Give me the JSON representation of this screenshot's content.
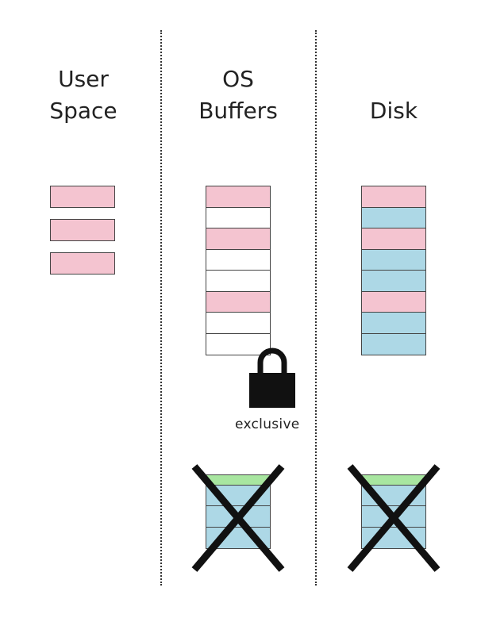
{
  "columns": [
    {
      "id": "user-space",
      "title_lines": [
        "User",
        "Space"
      ],
      "blocks": [
        "pink",
        "pink",
        "pink"
      ]
    },
    {
      "id": "os-buffers",
      "title_lines": [
        "OS",
        "Buffers"
      ],
      "blocks": [
        "pink",
        "empty",
        "pink",
        "empty",
        "empty",
        "pink",
        "empty",
        "empty"
      ]
    },
    {
      "id": "disk",
      "title_lines": [
        "Disk"
      ],
      "blocks": [
        "pink",
        "blue",
        "pink",
        "blue",
        "blue",
        "pink",
        "blue",
        "blue"
      ]
    }
  ],
  "lock": {
    "icon": "lock-icon",
    "label": "exclusive"
  },
  "crossed_stacks": [
    {
      "column": "os-buffers",
      "blocks": [
        "green",
        "blue",
        "blue",
        "blue"
      ]
    },
    {
      "column": "disk",
      "blocks": [
        "green",
        "blue",
        "blue",
        "blue"
      ]
    }
  ],
  "colors": {
    "pink": "#f4c4d0",
    "blue": "#add8e6",
    "green": "#a8e6a0",
    "empty": "#ffffff",
    "border": "#444444",
    "cross": "#111111",
    "lock": "#111111"
  }
}
